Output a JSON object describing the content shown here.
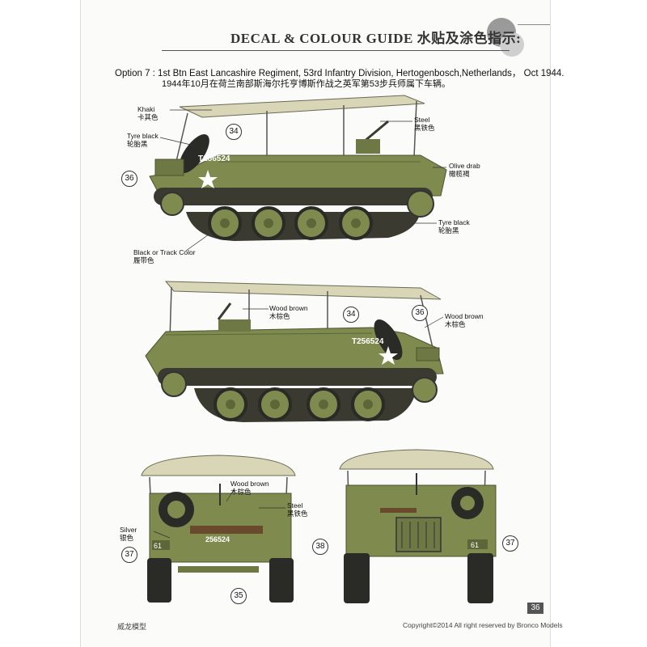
{
  "header": {
    "title": "DECAL & COLOUR GUIDE",
    "title_cn": "水贴及涂色指示:"
  },
  "option": {
    "text": "Option 7 : 1st Btn East Lancashire Regiment, 53rd Infantry Division, Hertogenbosch,Netherlands， Oct 1944.",
    "text_cn": "1944年10月在荷兰南部斯海尔托亨博斯作战之英军第53步兵师属下车辆。"
  },
  "vehicle": {
    "serial_side": "T256524",
    "serial_rear": "256524",
    "unit_marking": "61"
  },
  "color_labels": {
    "khaki": "Khaki",
    "khaki_cn": "卡其色",
    "tyre_black_1": "Tyre black",
    "tyre_black_1_cn": "轮胎黑",
    "steel_1": "Steel",
    "steel_1_cn": "黑铁色",
    "olive_drab": "Olive drab",
    "olive_drab_cn": "橄榄褐",
    "tyre_black_2": "Tyre black",
    "tyre_black_2_cn": "轮胎黑",
    "black_track": "Black or Track Color",
    "black_track_cn": "履带色",
    "wood_brown_1": "Wood brown",
    "wood_brown_1_cn": "木棕色",
    "wood_brown_2": "Wood brown",
    "wood_brown_2_cn": "木棕色",
    "wood_brown_3": "Wood brown",
    "wood_brown_3_cn": "木棕色",
    "steel_2": "Steel",
    "steel_2_cn": "黑铁色",
    "silver": "Silver",
    "silver_cn": "银色"
  },
  "decal_numbers": {
    "n34a": "34",
    "n36a": "36",
    "n34b": "34",
    "n36b": "36",
    "n37a": "37",
    "n35": "35",
    "n38": "38",
    "n37b": "37"
  },
  "footer": {
    "brand_cn": "威龙模型",
    "copyright": "Copyright©2014  All right reserved by Bronco Models",
    "page_number": "36"
  },
  "colors": {
    "olive_drab": "#7f8a4f",
    "olive_dark": "#5d6638",
    "khaki_canvas": "#d9d5b7",
    "tyre_black": "#2a2a26",
    "track": "#3a3a30"
  }
}
